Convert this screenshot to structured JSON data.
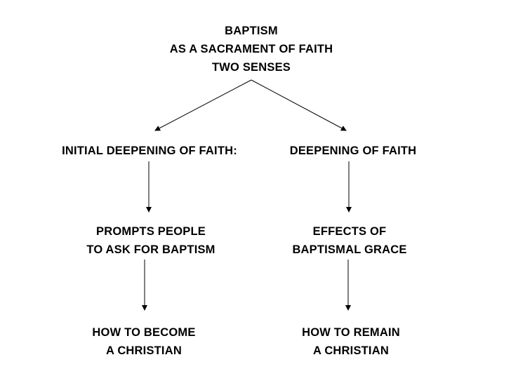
{
  "root": {
    "lines": [
      "BAPTISM",
      "AS A SACRAMENT OF FAITH",
      "TWO SENSES"
    ]
  },
  "left": {
    "sense": "INITIAL DEEPENING OF FAITH:",
    "effect": [
      "PROMPTS PEOPLE",
      "TO ASK FOR BAPTISM"
    ],
    "outcome": [
      "HOW TO BECOME",
      "A CHRISTIAN"
    ]
  },
  "right": {
    "sense": "DEEPENING OF FAITH",
    "effect": [
      "EFFECTS OF",
      "BAPTISMAL GRACE"
    ],
    "outcome": [
      "HOW TO REMAIN",
      "A CHRISTIAN"
    ]
  },
  "colors": {
    "text": "#000000",
    "background": "#ffffff",
    "arrow": "#000000"
  }
}
